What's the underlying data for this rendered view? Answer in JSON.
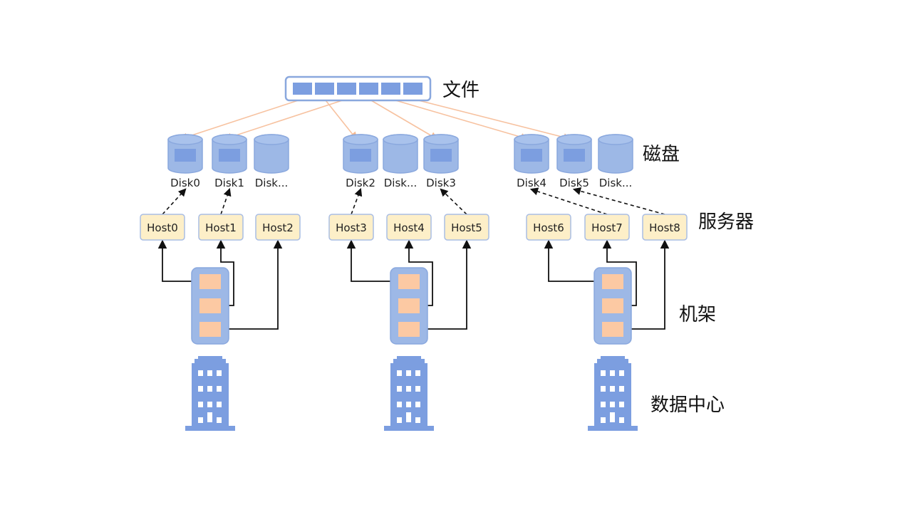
{
  "colors": {
    "blue_fill": "#9db8e6",
    "blue_dark": "#7c9ee0",
    "blue_stroke": "#8aa8de",
    "host_fill": "#fdefc8",
    "host_stroke": "#a9bde4",
    "slot_fill": "#fcc9a3",
    "file_arrow": "#f7c2a0",
    "line": "#111111"
  },
  "layers": {
    "file": "文件",
    "disk": "磁盘",
    "server": "服务器",
    "rack": "机架",
    "datacenter": "数据中心"
  },
  "file": {
    "block_count": 6
  },
  "groups": [
    {
      "disks": [
        {
          "label": "Disk0",
          "has_data": true
        },
        {
          "label": "Disk1",
          "has_data": true
        },
        {
          "label": "Disk...",
          "has_data": false
        }
      ],
      "hosts": [
        "Host0",
        "Host1",
        "Host2"
      ]
    },
    {
      "disks": [
        {
          "label": "Disk2",
          "has_data": true
        },
        {
          "label": "Disk...",
          "has_data": false
        },
        {
          "label": "Disk3",
          "has_data": true
        }
      ],
      "hosts": [
        "Host3",
        "Host4",
        "Host5"
      ]
    },
    {
      "disks": [
        {
          "label": "Disk4",
          "has_data": true
        },
        {
          "label": "Disk5",
          "has_data": true
        },
        {
          "label": "Disk...",
          "has_data": false
        }
      ],
      "hosts": [
        "Host6",
        "Host7",
        "Host8"
      ]
    }
  ],
  "file_to_disk": [
    {
      "block": 0,
      "disk": "Disk0"
    },
    {
      "block": 2,
      "disk": "Disk1"
    },
    {
      "block": 1,
      "disk": "Disk2"
    },
    {
      "block": 3,
      "disk": "Disk3"
    },
    {
      "block": 4,
      "disk": "Disk4"
    },
    {
      "block": 5,
      "disk": "Disk5"
    }
  ],
  "host_to_disk": [
    {
      "host": "Host0",
      "disk": "Disk0"
    },
    {
      "host": "Host1",
      "disk": "Disk1"
    },
    {
      "host": "Host3",
      "disk": "Disk2"
    },
    {
      "host": "Host5",
      "disk": "Disk3"
    },
    {
      "host": "Host7",
      "disk": "Disk4"
    },
    {
      "host": "Host8",
      "disk": "Disk5"
    }
  ]
}
